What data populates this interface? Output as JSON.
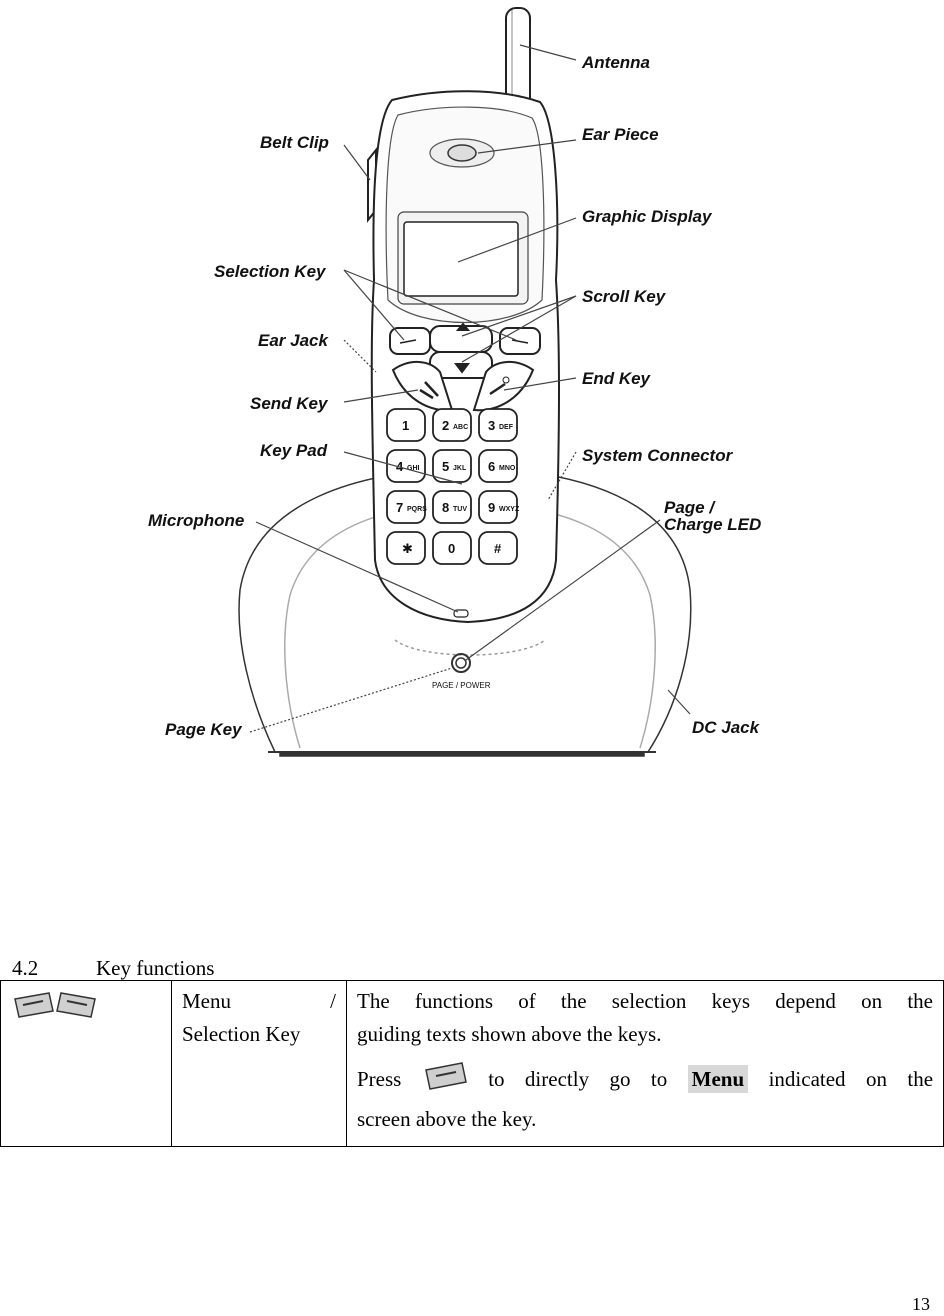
{
  "figure": {
    "labels": {
      "antenna": "Antenna",
      "ear_piece": "Ear Piece",
      "graphic_display": "Graphic Display",
      "scroll_key": "Scroll Key",
      "end_key": "End Key",
      "system_connector": "System Connector",
      "page_charge_led_1": "Page /",
      "page_charge_led_2": "Charge LED",
      "dc_jack": "DC Jack",
      "belt_clip": "Belt Clip",
      "selection_key": "Selection Key",
      "ear_jack": "Ear Jack",
      "send_key": "Send Key",
      "key_pad": "Key Pad",
      "microphone": "Microphone",
      "page_key": "Page Key"
    },
    "base_button_label": "PAGE / POWER",
    "keypad": [
      {
        "main": "1",
        "sub": ""
      },
      {
        "main": "2",
        "sub": "ABC"
      },
      {
        "main": "3",
        "sub": "DEF"
      },
      {
        "main": "4",
        "sub": "GHI"
      },
      {
        "main": "5",
        "sub": "JKL"
      },
      {
        "main": "6",
        "sub": "MNO"
      },
      {
        "main": "7",
        "sub": "PQRS"
      },
      {
        "main": "8",
        "sub": "TUV"
      },
      {
        "main": "9",
        "sub": "WXYZ"
      },
      {
        "main": "✱",
        "sub": ""
      },
      {
        "main": "0",
        "sub": ""
      },
      {
        "main": "#",
        "sub": ""
      }
    ]
  },
  "section": {
    "number": "4.2",
    "title": "Key functions"
  },
  "table": {
    "rows": [
      {
        "icon": "selection-keys-icon",
        "name_part1": "Menu /",
        "name_part2": "Selection Key",
        "desc_line1": "The functions of the selection keys depend on the",
        "desc_line2": "guiding texts shown above the keys.",
        "desc_press": "Press",
        "desc_mid": "to directly go to",
        "desc_menu": "Menu",
        "desc_after": "indicated on the",
        "desc_end": "screen above the key."
      }
    ]
  },
  "page_number": "13"
}
